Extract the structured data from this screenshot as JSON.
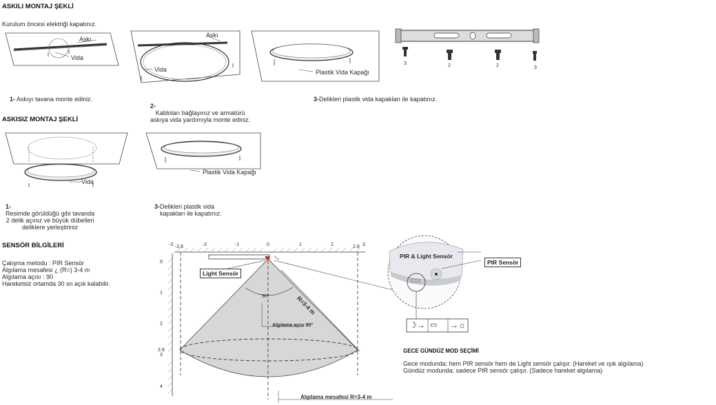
{
  "section1": {
    "title": "ASKILI MONTAJ ŞEKLİ",
    "note": "Kurulum öncesi elektriği kapatınız.",
    "img1": {
      "label_aski": "Askı",
      "label_vida": "Vida"
    },
    "img2": {
      "label_aski": "Askı",
      "label_vida": "Vida"
    },
    "img3": {
      "label_cap": "Plastik Vida Kapağı"
    },
    "img4": {
      "screw_numbers": [
        "3",
        "2",
        "2",
        "3"
      ]
    },
    "steps": [
      {
        "num": "1-",
        "text": "Askıyı tavana monte ediniz."
      },
      {
        "num": "2-",
        "text": "Kabloları bağlayınız ve armatürü\naskıya vida yardımıyla monte ediniz."
      },
      {
        "num": "3-",
        "text": "Delikleri plastik vida kapakları ile kapatınız."
      }
    ]
  },
  "section2": {
    "title": "ASKISIZ MONTAJ ŞEKLİ",
    "img1": {
      "label_vida": "Vida"
    },
    "img2": {
      "label_cap": "Plastik Vida Kapağı"
    },
    "steps": [
      {
        "num": "1-",
        "text": "Resimde görüldüğü gibi tavanda\n2 delik açınız ve büyük dübelleri\ndeliklere yerleştiriniz"
      },
      {
        "num": "3-",
        "text": "Delikleri plastik vida\nkapakları ile kapatınız."
      }
    ]
  },
  "sensor": {
    "title": "SENSÖR BİLGİLERİ",
    "lines": [
      "Çalışma metodu : PIR Sensör",
      "Algılama mesafesi ¿ (R=) 3-4 m",
      "Algılama açısı : 90",
      "Hareketsiz ortamda 30 sn açık kalabilir."
    ],
    "diagram": {
      "x_ticks": [
        "-3",
        "-2.8",
        "-2",
        "-1",
        "0",
        "1",
        "2",
        "2.8",
        "3"
      ],
      "y_ticks": [
        "0",
        "1",
        "2",
        "2.8",
        "3",
        "4"
      ],
      "light_sensor_label": "Light Sensör",
      "radius_label": "R=3-4 m",
      "angle_label": "90°",
      "angle_caption": "Algılama açısı 90°",
      "distance_caption": "Algılama mesafesi R=3-4 m"
    },
    "pir_light_label": "PIR & Light Sensör",
    "pir_label": "PIR Sensör",
    "mode": {
      "title": "GECE GÜNDÜZ MOD SEÇİMİ",
      "lines": [
        "Gece modunda; hem PIR sensör hem de Light sensör çalışır. (Hareket ve ışık algılama)",
        "Gündüz modunda; sadece PIR sensör çalışır. (Sadece hareket algılama)"
      ]
    }
  }
}
